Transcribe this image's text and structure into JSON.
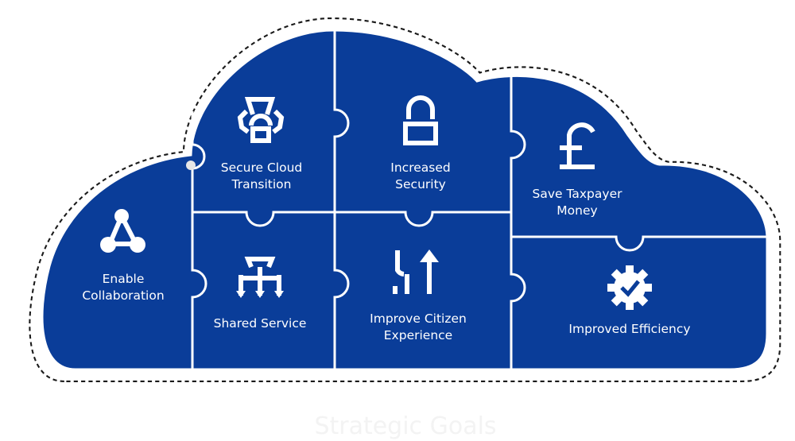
{
  "diagram": {
    "title": "Strategic Goals",
    "colors": {
      "cloud": "#0a3d99",
      "outline": "#1a1a1a",
      "text": "#ffffff"
    },
    "pieces": [
      {
        "label_lines": [
          "Enable",
          "Collaboration"
        ],
        "icon": "network-triangle-icon"
      },
      {
        "label_lines": [
          "Secure Cloud",
          "Transition"
        ],
        "icon": "cloud-lock-icon"
      },
      {
        "label_lines": [
          "Increased",
          "Security"
        ],
        "icon": "padlock-icon"
      },
      {
        "label_lines": [
          "Save Taxpayer",
          "Money"
        ],
        "icon": "pound-sign-icon"
      },
      {
        "label_lines": [
          "Shared Service"
        ],
        "icon": "shared-branch-icon"
      },
      {
        "label_lines": [
          "Improve Citizen",
          "Experience"
        ],
        "icon": "arrows-up-icon"
      },
      {
        "label_lines": [
          "Improved Efficiency"
        ],
        "icon": "gear-check-icon"
      }
    ]
  }
}
